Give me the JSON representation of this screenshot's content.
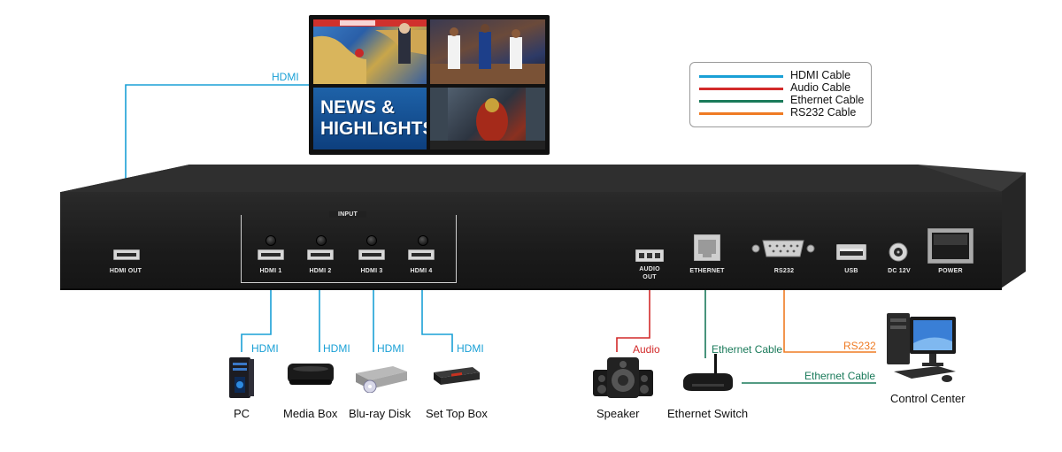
{
  "legend": [
    {
      "label": "HDMI Cable",
      "color": "#1aa0d6"
    },
    {
      "label": "Audio Cable",
      "color": "#d22a2a"
    },
    {
      "label": "Ethernet Cable",
      "color": "#1a7a5a"
    },
    {
      "label": "RS232 Cable",
      "color": "#ef7b23"
    }
  ],
  "colors": {
    "hdmi": "#1aa0d6",
    "audio": "#d22a2a",
    "ethernet": "#1a7a5a",
    "rs232": "#ef7b23"
  },
  "tv": {
    "headline_line1": "NEWS &",
    "headline_line2": "HIGHLIGHTS"
  },
  "cable_labels": {
    "tv_hdmi": "HDMI",
    "pc_hdmi": "HDMI",
    "media_hdmi": "HDMI",
    "bluray_hdmi": "HDMI",
    "stb_hdmi": "HDMI",
    "speaker_audio": "Audio",
    "switch_ethernet": "Ethernet Cable",
    "control_rs232": "RS232",
    "control_ethernet": "Ethernet Cable"
  },
  "panel": {
    "hdmi_out": "HDMI OUT",
    "input_group": "INPUT",
    "hdmi_1": "HDMI 1",
    "hdmi_2": "HDMI 2",
    "hdmi_3": "HDMI 3",
    "hdmi_4": "HDMI 4",
    "audio_out_line1": "AUDIO",
    "audio_out_line2": "OUT",
    "ethernet": "ETHERNET",
    "rs232": "RS232",
    "usb": "USB",
    "dc": "DC 12V",
    "power": "POWER"
  },
  "devices": {
    "pc": "PC",
    "media_box": "Media Box",
    "bluray": "Blu-ray Disk",
    "set_top_box": "Set Top Box",
    "speaker": "Speaker",
    "ethernet_switch": "Ethernet Switch",
    "control_center": "Control Center"
  },
  "icons": {
    "tv": "tv-screen-icon",
    "pc": "pc-tower-icon",
    "media_box": "media-box-icon",
    "bluray": "bluray-player-icon",
    "set_top_box": "set-top-box-icon",
    "speaker": "speaker-icon",
    "ethernet_switch": "router-icon",
    "control_center": "desktop-computer-icon"
  }
}
